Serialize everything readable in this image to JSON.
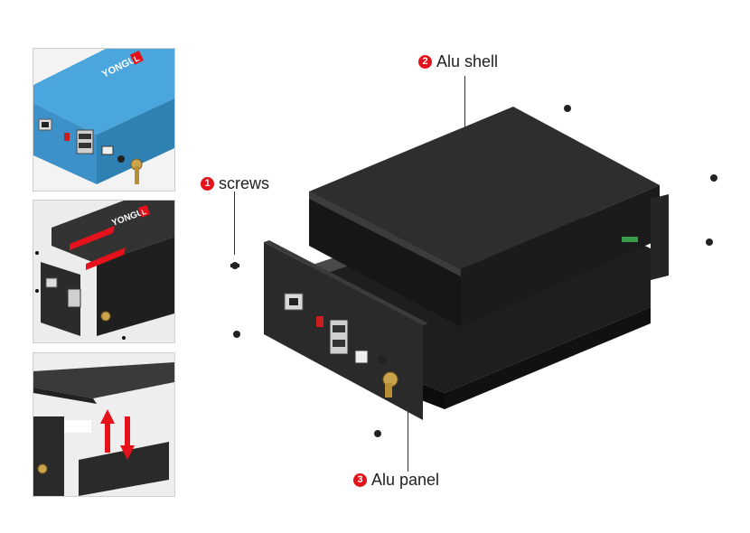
{
  "thumbnails": [
    {
      "brand": "YONGU",
      "badge": "L"
    },
    {
      "brand": "YONGU",
      "badge": "L"
    },
    {}
  ],
  "callouts": [
    {
      "number": "2",
      "label": "Alu shell"
    },
    {
      "number": "1",
      "label": "screws"
    },
    {
      "number": "3",
      "label": "Alu panel"
    }
  ],
  "colors": {
    "accent": "#e5121b",
    "enclosure_blue": "#3e9ad0",
    "enclosure_black": "#2a2a2a"
  }
}
